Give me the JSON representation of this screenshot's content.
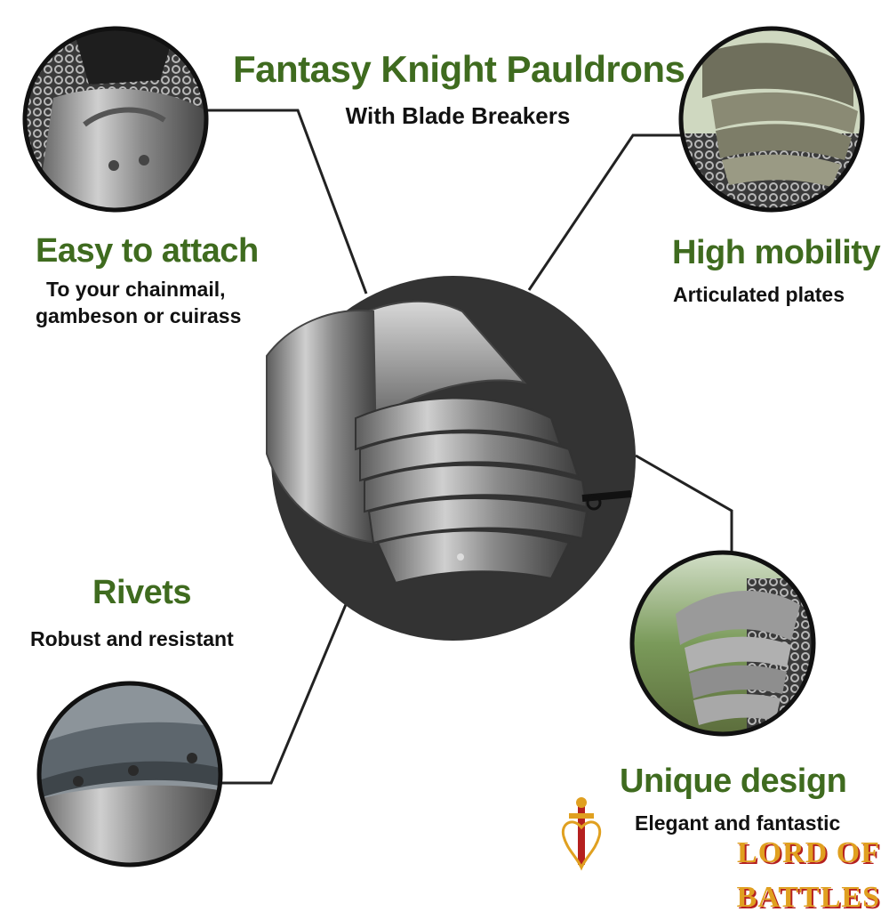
{
  "header": {
    "title": "Fantasy Knight Pauldrons",
    "subtitle": "With Blade Breakers"
  },
  "features": [
    {
      "heading": "Easy to attach",
      "description_lines": [
        "To your chainmail,",
        "gambeson or cuirass"
      ]
    },
    {
      "heading": "High mobility",
      "description_lines": [
        "Articulated plates"
      ]
    },
    {
      "heading": "Rivets",
      "description_lines": [
        "Robust and resistant"
      ]
    },
    {
      "heading": "Unique design",
      "description_lines": [
        "Elegant and fantastic"
      ]
    }
  ],
  "logo": {
    "text": "LORD OF BATTLES"
  },
  "colors": {
    "heading_green": "#3f6b1f",
    "text_dark": "#111111",
    "center_disc": "#333333",
    "connector_line": "#222222",
    "logo_gold": "#e0a020",
    "logo_red": "#b5201f"
  }
}
